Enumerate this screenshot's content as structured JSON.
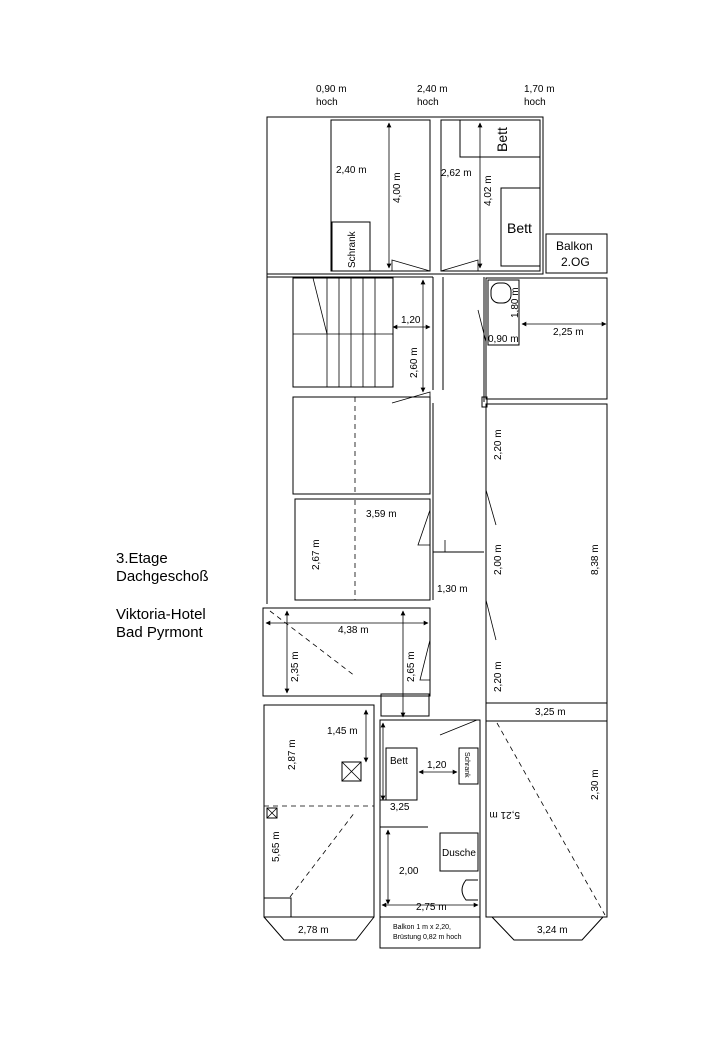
{
  "heights": [
    {
      "value": "0,90 m",
      "unit": "hoch"
    },
    {
      "value": "2,40 m",
      "unit": "hoch"
    },
    {
      "value": "1,70 m",
      "unit": "hoch"
    }
  ],
  "caption": {
    "floor": "3.Etage",
    "floor_name": "Dachgeschoß",
    "hotel": "Viktoria-Hotel",
    "city": "Bad Pyrmont"
  },
  "rooms": {
    "top_left": {
      "width": "2,40 m",
      "depth": "4,00 m",
      "furniture": "Schrank"
    },
    "top_right": {
      "width": "2,62 m",
      "depth": "4,02 m",
      "bed_top": "Bett",
      "bed_bottom": "Bett"
    },
    "balcony_2og": {
      "line1": "Balkon",
      "line2": "2.OG"
    },
    "stairs": {
      "width": "1,20",
      "depth": "2,60 m"
    },
    "wc": {
      "depth": "1,80 m",
      "width": "0,90 m",
      "room_width": "2,25 m"
    },
    "middle_room": {
      "width": "3,59 m",
      "depth": "2,67 m"
    },
    "hall": {
      "width": "1,30 m"
    },
    "right_long": {
      "seg1": "2,20 m",
      "seg2": "2,00 m",
      "seg3": "2,20 m",
      "total": "8,38 m"
    },
    "sloped_room": {
      "width": "4,38 m",
      "depth_left": "2,35 m",
      "depth_right": "2,65 m"
    },
    "bottom_left": {
      "depth_top": "2,87 m",
      "width_top": "1,45 m",
      "depth_bottom": "5,65 m",
      "width_bottom": "2,78 m"
    },
    "bottom_middle": {
      "bed": "Bett",
      "bed_gap": "1,20",
      "wardrobe": "Schrank",
      "width_label": "3,25",
      "depth_label": "2,00",
      "shower": "Dusche",
      "bottom_width": "2,75 m",
      "balcony_line1": "Balkon  1 m x 2,20,",
      "balcony_line2": "Brüstung  0,82  m hoch"
    },
    "bottom_right": {
      "top_width": "3,25 m",
      "depth": "2,30 m",
      "diag": "5,21 m",
      "bottom_width": "3,24 m"
    }
  }
}
